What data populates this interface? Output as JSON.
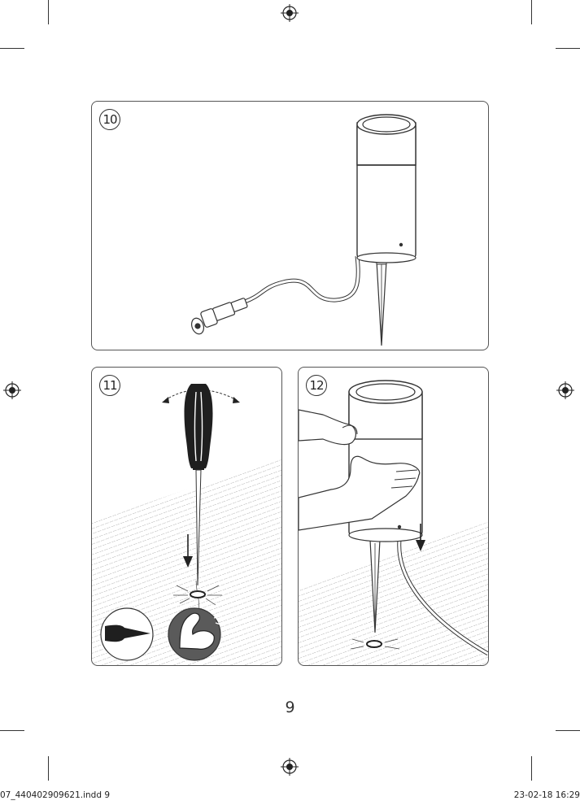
{
  "steps": [
    {
      "number": "10"
    },
    {
      "number": "11"
    },
    {
      "number": "12"
    }
  ],
  "page": {
    "number": "9"
  },
  "slug": {
    "file_info": "07_440402909621.indd   9",
    "date_time": "23-02-18   16:29"
  }
}
